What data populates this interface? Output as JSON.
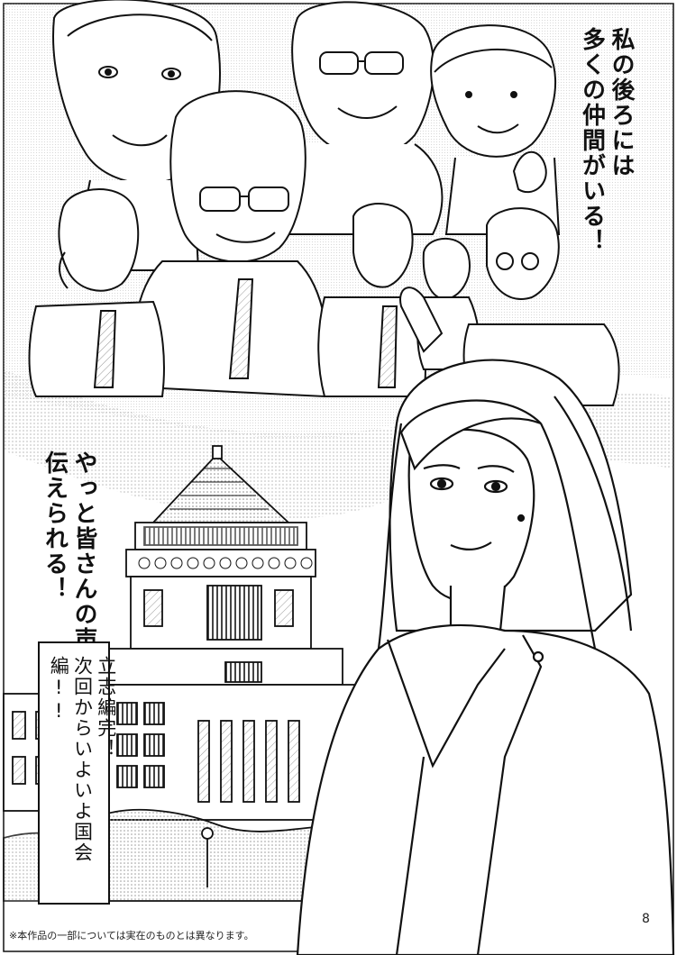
{
  "captions": {
    "top": [
      "私の後ろには",
      "多くの仲間がいる！"
    ],
    "middle": [
      "やっと皆さんの声が",
      "伝えられる！"
    ],
    "box": [
      "立志編完！",
      "次回からいよいよ国会編!!"
    ]
  },
  "footer": {
    "disclaimer": "※本作品の一部については実在のものとは異なります。",
    "page_number": "8"
  },
  "colors": {
    "ink": "#111111",
    "paper": "#ffffff",
    "screentone": "#cfcfcf"
  }
}
